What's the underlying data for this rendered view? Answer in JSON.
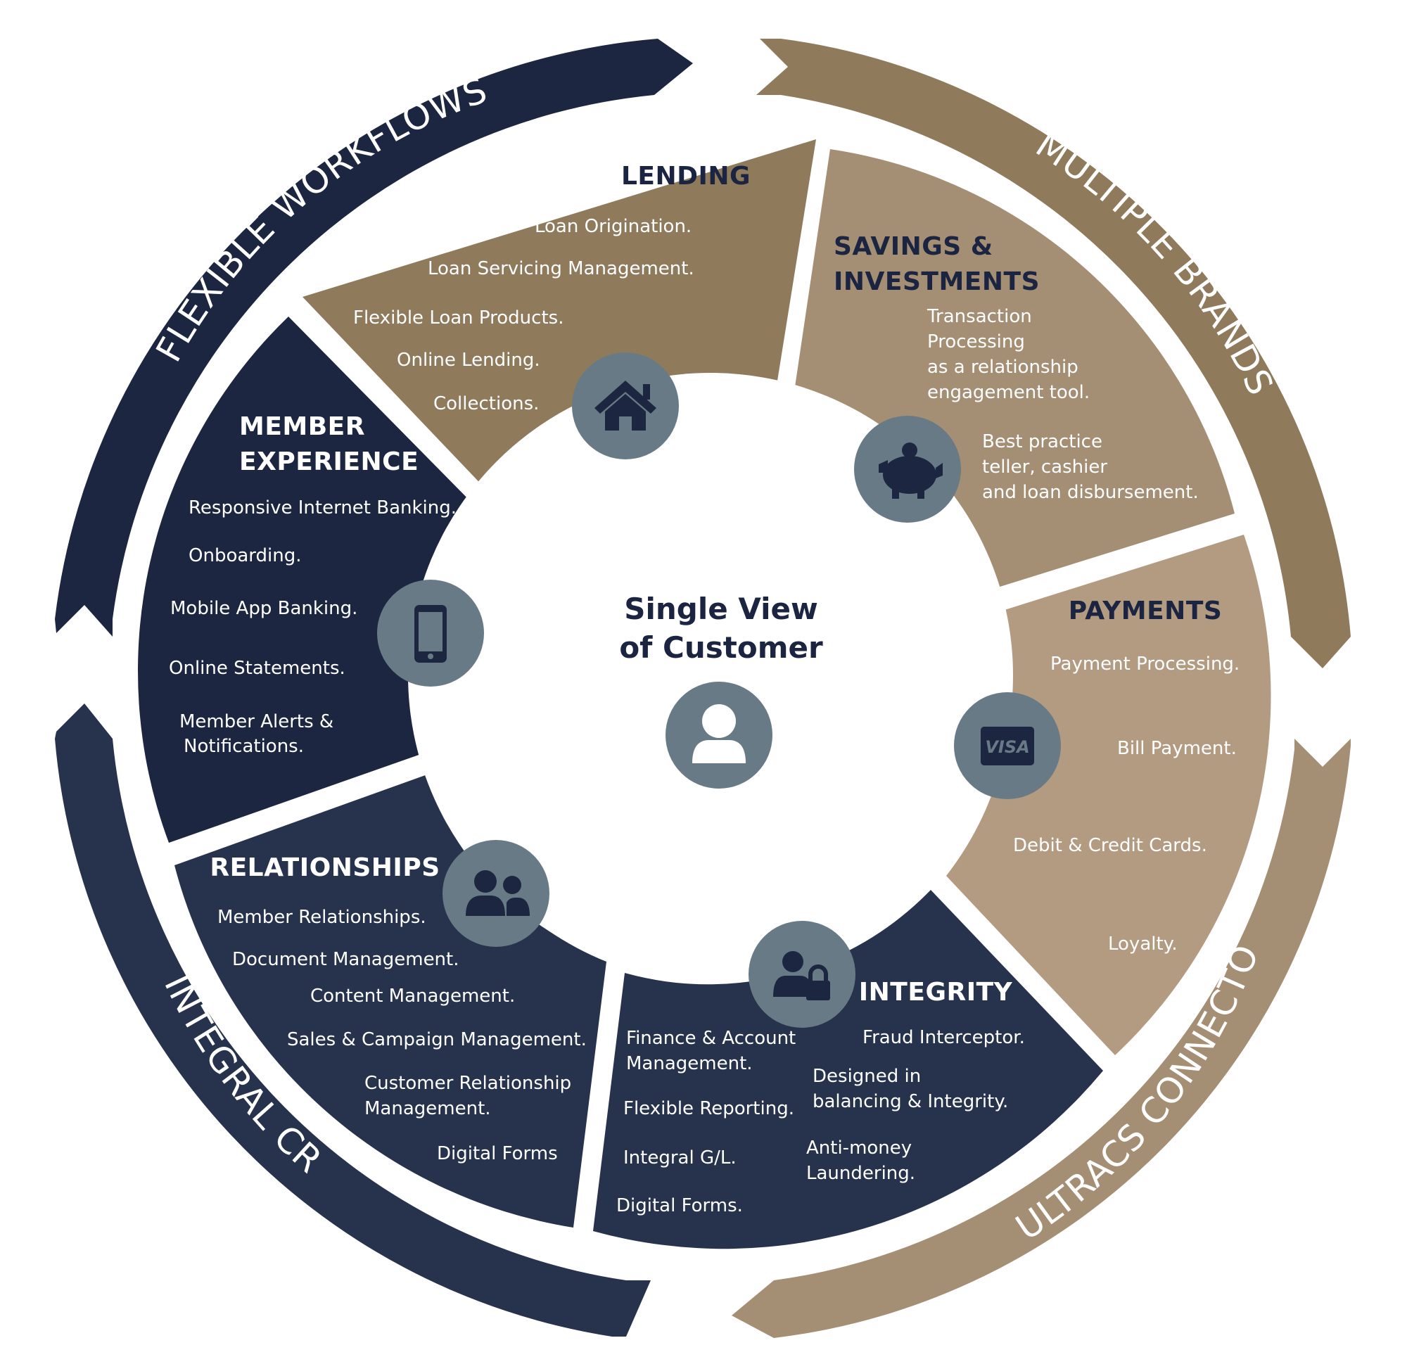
{
  "colors": {
    "navy": "#1d2640",
    "navy_mid": "#27324d",
    "brown": "#8f7a5c",
    "tan": "#a58f74",
    "tan_light": "#b39b82",
    "icon_circle": "#687a86",
    "ring_dark": "#1d2640",
    "ring_brown": "#8f7a5c",
    "ring_tan": "#a58f74"
  },
  "ring_labels": {
    "top_left": "FLEXIBLE   WORKFLOWS",
    "top_right": "MULTIPLE BRANDS",
    "bottom_left": "INTEGRAL CRM",
    "bottom_right": "ULTRACS CONNECTOR"
  },
  "center": {
    "line1": "Single View",
    "line2": "of Customer",
    "icon": "user-icon"
  },
  "segments": {
    "lending": {
      "title": "LENDING",
      "icon": "house-icon",
      "items": [
        "Loan Origination.",
        "Loan Servicing Management.",
        "Flexible Loan Products.",
        "Online Lending.",
        "Collections."
      ]
    },
    "savings": {
      "title_line1": "SAVINGS &",
      "title_line2": "INVESTMENTS",
      "icon": "piggy-bank-icon",
      "items": [
        "Transaction",
        "Processing",
        "as a relationship",
        "engagement tool.",
        "Best practice",
        "teller, cashier",
        "and loan disbursement."
      ]
    },
    "payments": {
      "title": "PAYMENTS",
      "icon": "visa-card-icon",
      "icon_text": "VISA",
      "items": [
        "Payment Processing.",
        "Bill Payment.",
        "Debit & Credit Cards.",
        "Loyalty."
      ]
    },
    "integrity": {
      "title": "INTEGRITY",
      "icon": "user-lock-icon",
      "items": [
        "Fraud Interceptor.",
        "Finance & Account",
        "Management.",
        "Designed in",
        "balancing & Integrity.",
        "Flexible Reporting.",
        "Anti-money",
        "Laundering.",
        "Integral  G/L.",
        "Digital Forms."
      ]
    },
    "relationships": {
      "title": "RELATIONSHIPS",
      "icon": "users-icon",
      "items": [
        "Member Relationships.",
        "Document Management.",
        "Content Management.",
        "Sales & Campaign Management.",
        "Customer Relationship",
        "Management.",
        "Digital Forms"
      ]
    },
    "member": {
      "title_line1": "MEMBER",
      "title_line2": "EXPERIENCE",
      "icon": "mobile-phone-icon",
      "items": [
        "Responsive Internet Banking.",
        "Onboarding.",
        "Mobile App Banking.",
        "Online Statements.",
        "Member Alerts &",
        "Notifications."
      ]
    }
  }
}
